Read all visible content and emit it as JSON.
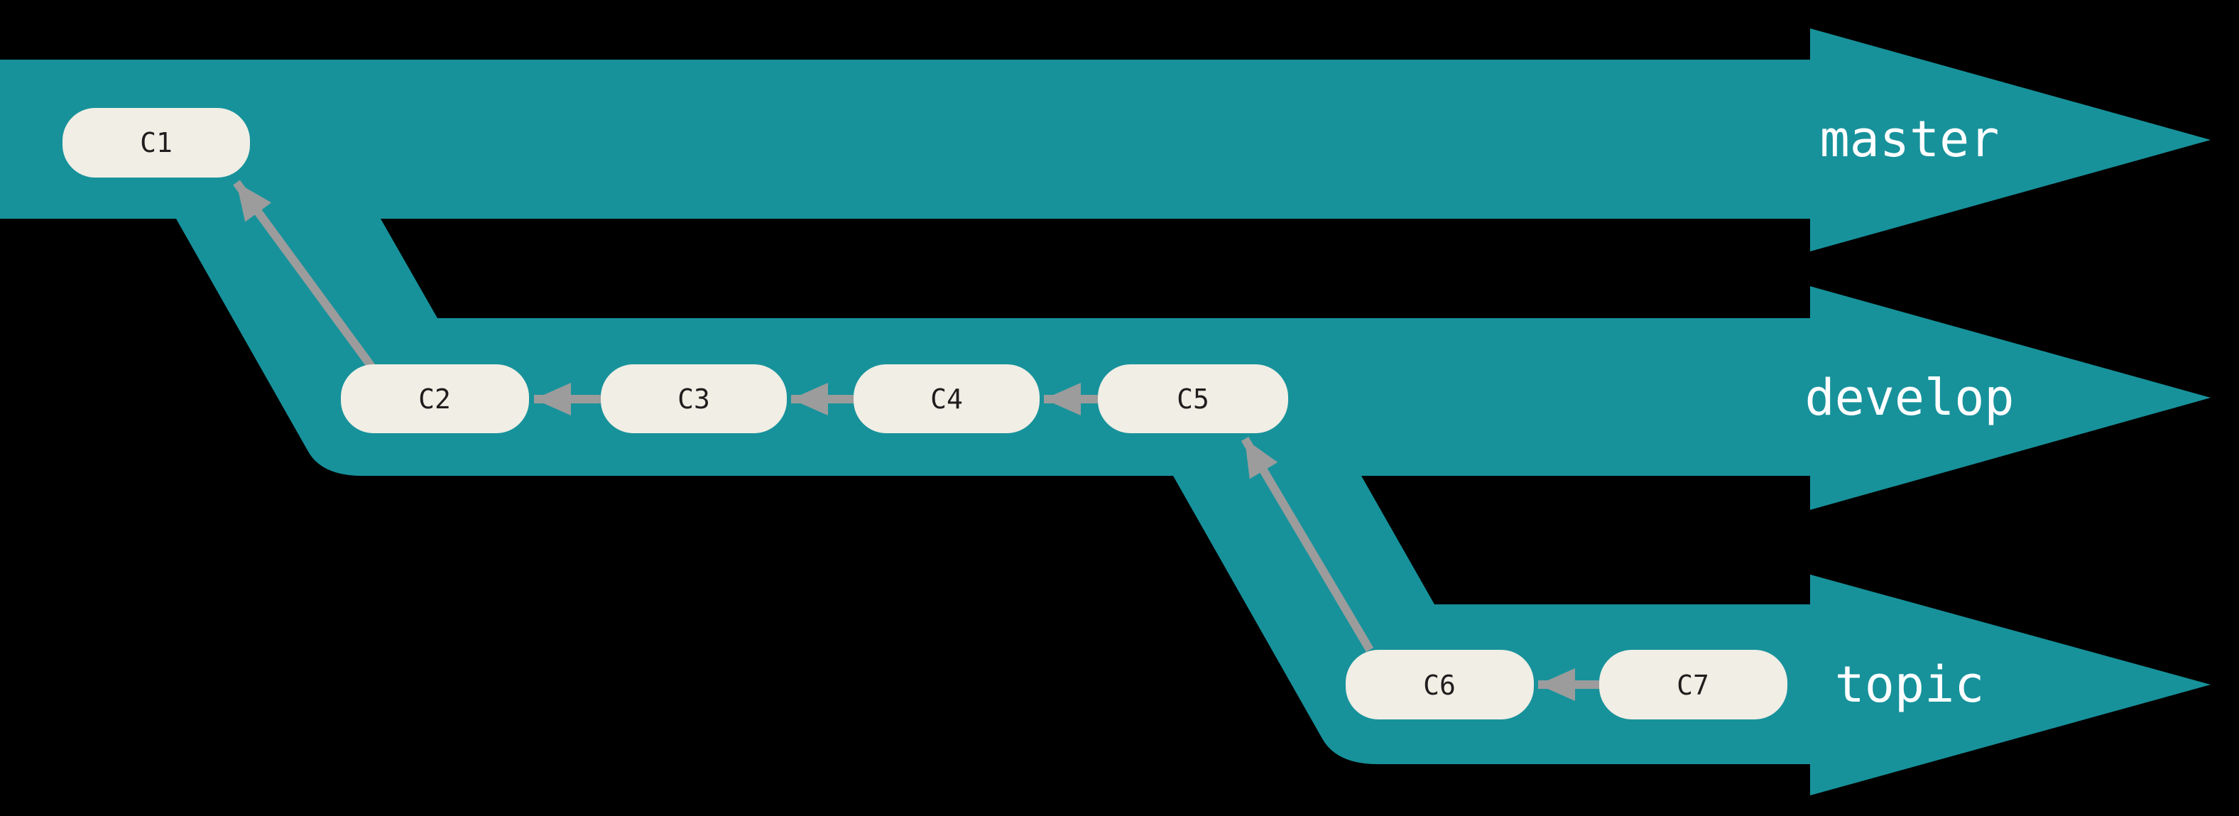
{
  "colors": {
    "background": "#000000",
    "lane": "#17929B",
    "commit_fill": "#F0EEE5",
    "commit_text": "#211D1E",
    "arrow": "#9C9C9C",
    "label_text": "#FFFFFF"
  },
  "branches": [
    {
      "label": "master"
    },
    {
      "label": "develop"
    },
    {
      "label": "topic"
    }
  ],
  "commits": [
    {
      "id": "C1",
      "branch": "master",
      "parent": null
    },
    {
      "id": "C2",
      "branch": "develop",
      "parent": "C1"
    },
    {
      "id": "C3",
      "branch": "develop",
      "parent": "C2"
    },
    {
      "id": "C4",
      "branch": "develop",
      "parent": "C3"
    },
    {
      "id": "C5",
      "branch": "develop",
      "parent": "C4"
    },
    {
      "id": "C6",
      "branch": "topic",
      "parent": "C5"
    },
    {
      "id": "C7",
      "branch": "topic",
      "parent": "C6"
    }
  ]
}
